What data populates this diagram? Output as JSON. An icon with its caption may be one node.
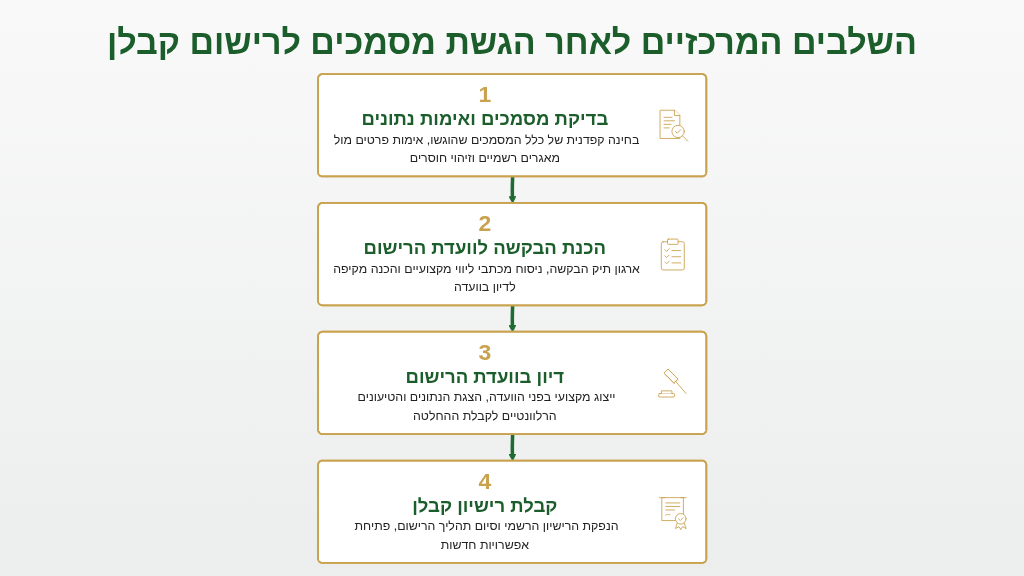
{
  "diagram": {
    "title": "השלבים המרכזיים לאחר הגשת מסמכים לרישום קבלן",
    "nodes": [
      {
        "text": [
          "1",
          "בדיקת מסמכים ואימות נתונים",
          "בחינה קפדנית של כלל המסמכים שהוגשו, אימות פרטים מול מאגרים רשמיים וזיהוי חוסרים"
        ]
      },
      {
        "text": [
          "2",
          "הכנת הבקשה לוועדת הרישום",
          "ארגון תיק הבקשה, ניסוח מכתבי ליווי מקצועיים והכנה מקיפה לדיון בוועדה"
        ]
      },
      {
        "text": [
          "3",
          "דיון בוועדת הרישום",
          "ייצוג מקצועי בפני הוועדה, הצגת הנתונים והטיעונים הרלוונטיים לקבלת ההחלטה"
        ]
      },
      {
        "text": [
          "4",
          "קבלת רישיון קבלן",
          "הנפקת הרישיון הרשמי וסיום תהליך הרישום, פתיחת אפשרויות חדשות"
        ]
      }
    ],
    "edges": [
      {
        "from": 0,
        "to": 1,
        "arrow": "to"
      },
      {
        "from": 1,
        "to": 2,
        "arrow": "to"
      },
      {
        "from": 2,
        "to": 3,
        "arrow": "to"
      }
    ]
  }
}
